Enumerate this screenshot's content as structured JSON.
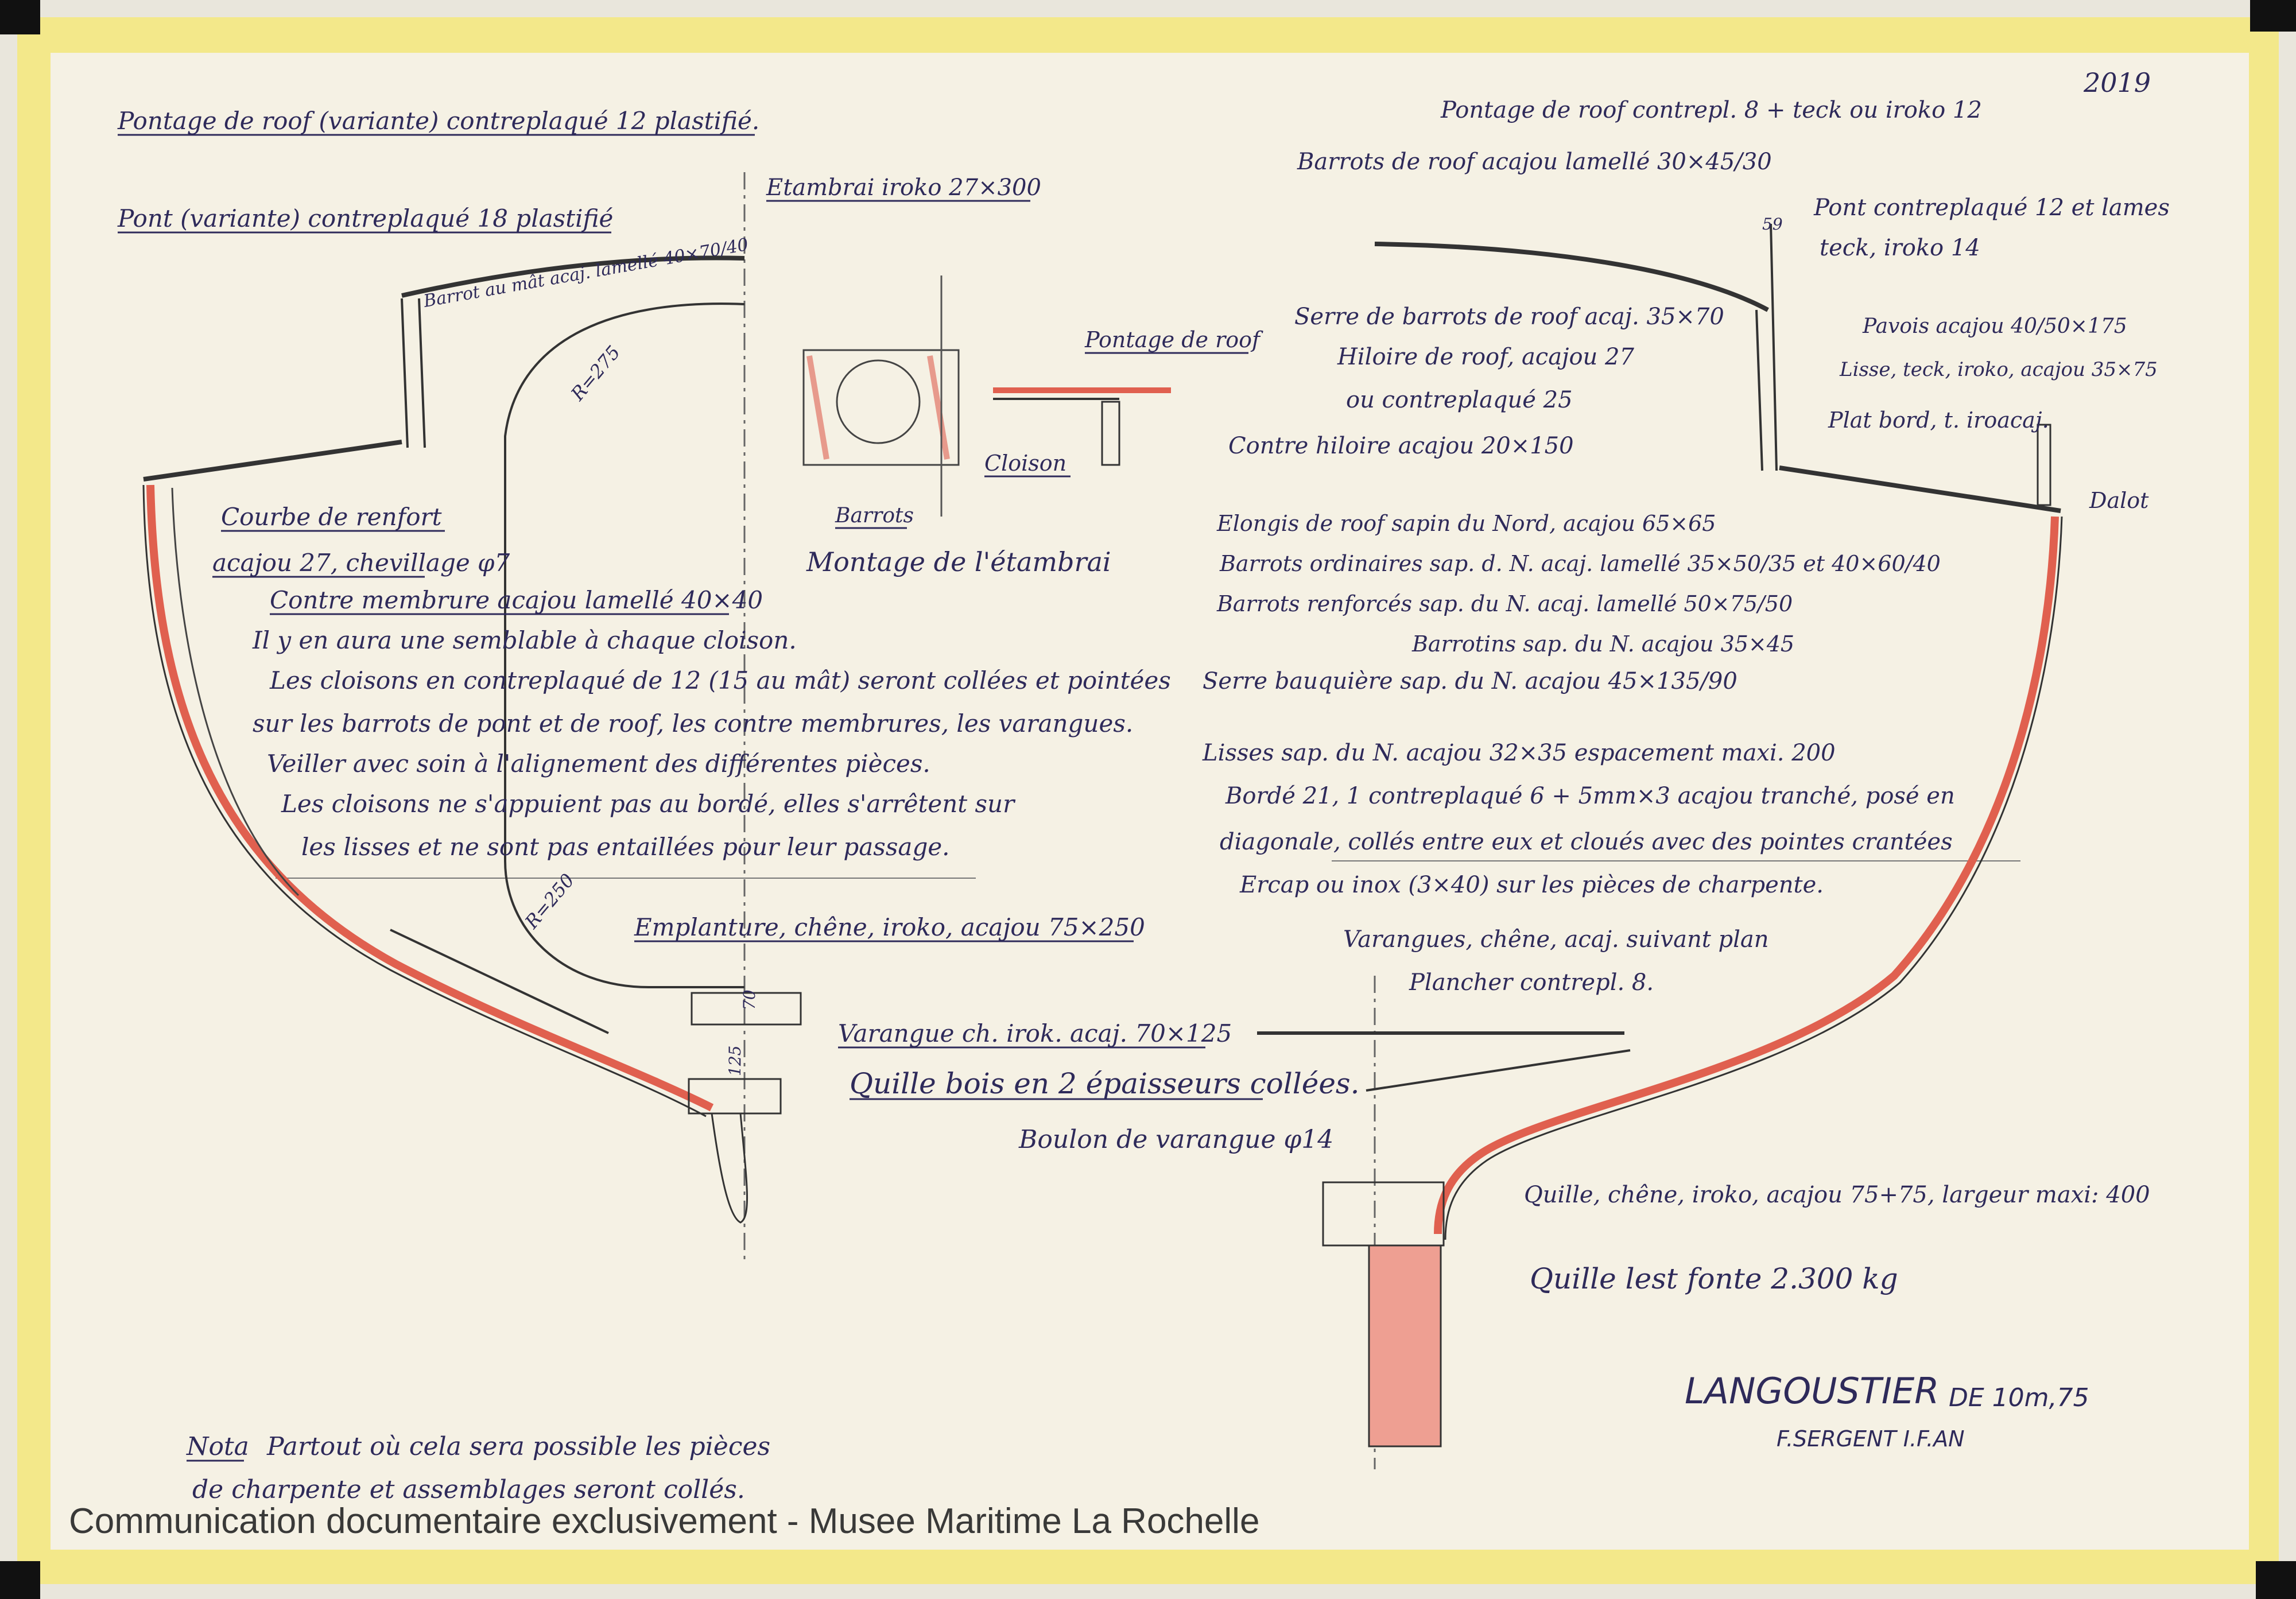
{
  "sheet_number": "2019",
  "title": {
    "main": "LANGOUSTIER",
    "de": "DE",
    "length": "10m,75",
    "author": "F.SERGENT I.F.AN"
  },
  "left_section_labels": {
    "roof_deck": "Pontage de roof (variante) contreplaqué 12 plastifié.",
    "deck": "Pont (variante) contreplaqué 18 plastifié",
    "mast_beam": "Barrot au mât acaj. lamellé 40×70/40",
    "radius_top": "R=275",
    "radius_bottom": "R=250",
    "knee_1": "Courbe de renfort",
    "knee_2": "acajou 27, chevillage φ7",
    "frame": "Contre membrure acajou lamellé 40×40",
    "step": "Emplanture, chêne, irokо, acajou 75×250",
    "floor": "Varangue ch. irok. acaj. 70×125",
    "keel": "Quille bois en 2 épaisseurs collées.",
    "dim_125": "125",
    "dim_70": "70"
  },
  "bulkhead_notes": [
    "Il y en aura une semblable à chaque cloison.",
    "Les cloisons en contreplaqué de 12 (15 au mât) seront collées et pointées",
    "sur les barrots de pont et de roof, les contre membrures, les varangues.",
    "Veiller avec soin à l'alignement des différentes pièces.",
    "Les cloisons ne s'appuient pas au bordé, elles s'arrêtent sur",
    "les lisses et ne sont pas entaillées pour leur passage."
  ],
  "detail": {
    "hatch": "Etambrai iroko 27×300",
    "roof_deck": "Pontage de roof",
    "bulkhead": "Cloison",
    "beams": "Barrots",
    "caption": "Montage de l'étambrai"
  },
  "right_section_labels": [
    "Pontage de roof contrepl. 8 + teck ou iroko 12",
    "Barrots de roof acajou lamellé 30×45/30",
    "Pont contreplaqué 12 et lames",
    "teck, iroko 14",
    "Serre de barrots de roof acaj. 35×70",
    "Hiloire de roof, acajou 27",
    "ou contreplaqué 25",
    "Pavois acajou 40/50×175",
    "Lisse, teck, iroko, acajou 35×75",
    "Plat bord, t. iroacaj.",
    "Contre hiloire acajou 20×150",
    "Dalot",
    "Elongis de roof sapin du Nord, acajou 65×65",
    "Barrots ordinaires sap. d. N. acaj. lamellé 35×50/35 et 40×60/40",
    "Barrots renforcés sap. du N. acaj. lamellé 50×75/50",
    "Barrotins sap. du N. acajou 35×45",
    "Serre bauquière sap. du N. acajou 45×135/90",
    "Lisses sap. du N. acajou 32×35 espacement maxi. 200",
    "Bordé 21, 1 contreplaqué 6 + 5mm×3 acajou tranché, posé en",
    "diagonale, collés entre eux et cloués avec des pointes crantées",
    "Ercap ou inox (3×40) sur les pièces de charpente.",
    "Varangues, chêne, acaj. suivant plan",
    "Plancher contrepl. 8.",
    "Boulon de varangue φ14",
    "Quille, chêne, iroko, acajou 75+75, largeur maxi: 400",
    "Quille lest fonte 2.300 kg",
    "59"
  ],
  "nota": {
    "label": "Nota",
    "line1": "Partout où cela sera possible les pièces",
    "line2": "de charpente et assemblages seront collés."
  },
  "watermark": "Communication documentaire exclusivement - Musee Maritime La Rochelle",
  "colors": {
    "ink": "#2e2a5a",
    "pencil": "#555555",
    "red_planking": "#e0604f",
    "paper": "#f5f1e4",
    "tape": "#f3e88a"
  }
}
